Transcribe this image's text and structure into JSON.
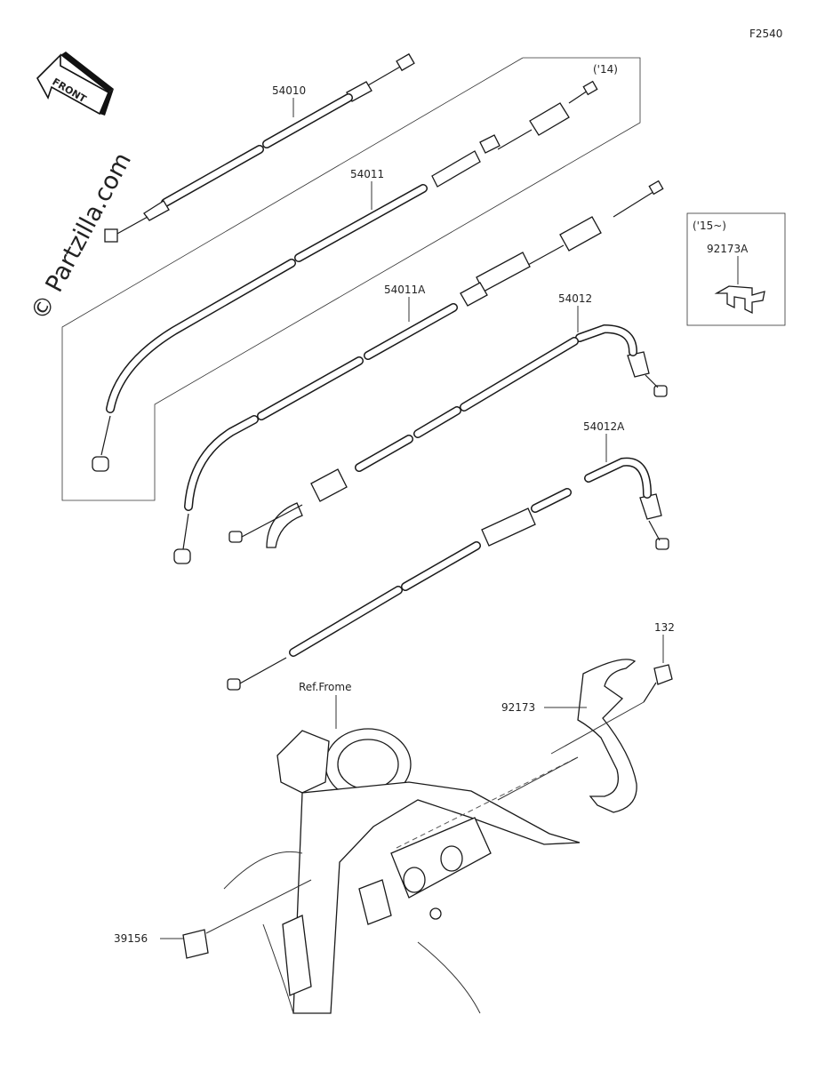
{
  "diagram": {
    "code": "F2540",
    "front_label": "FRONT",
    "watermark": "© Partzilla.com",
    "year_note_14": "('14)",
    "inset": {
      "year_note": "('15~)",
      "part": "92173A"
    },
    "parts": {
      "p54010": "54010",
      "p54011": "54011",
      "p54011A": "54011A",
      "p54012": "54012",
      "p54012A": "54012A",
      "p132": "132",
      "p92173": "92173",
      "p39156": "39156"
    },
    "ref_frame": "Ref.Frome"
  }
}
